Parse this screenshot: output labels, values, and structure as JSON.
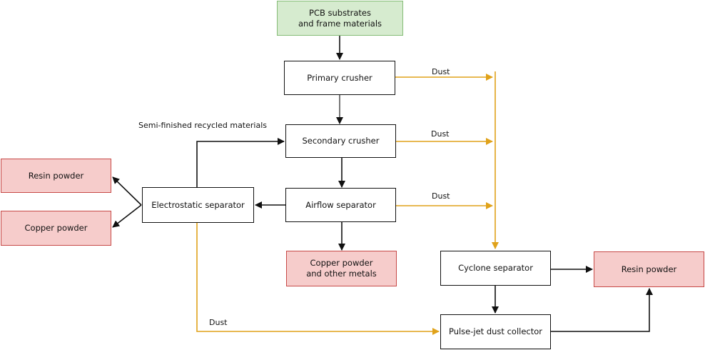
{
  "nodes": {
    "pcb": "PCB substrates\nand frame materials",
    "primary": "Primary crusher",
    "secondary": "Secondary crusher",
    "airflow": "Airflow separator",
    "electrostatic": "Electrostatic separator",
    "resin_left": "Resin powder",
    "copper_left": "Copper powder",
    "copper_metals": "Copper powder\nand other metals",
    "cyclone": "Cyclone separator",
    "pulse": "Pulse-jet dust collector",
    "resin_right": "Resin powder"
  },
  "labels": {
    "semi": "Semi-finished recycled materials",
    "dust1": "Dust",
    "dust2": "Dust",
    "dust3": "Dust",
    "dust4": "Dust"
  },
  "colors": {
    "arrow": "#111111",
    "dust_arrow": "#e0a21a",
    "green_fill": "#d6ebcf",
    "red_fill": "#f6cccb"
  }
}
